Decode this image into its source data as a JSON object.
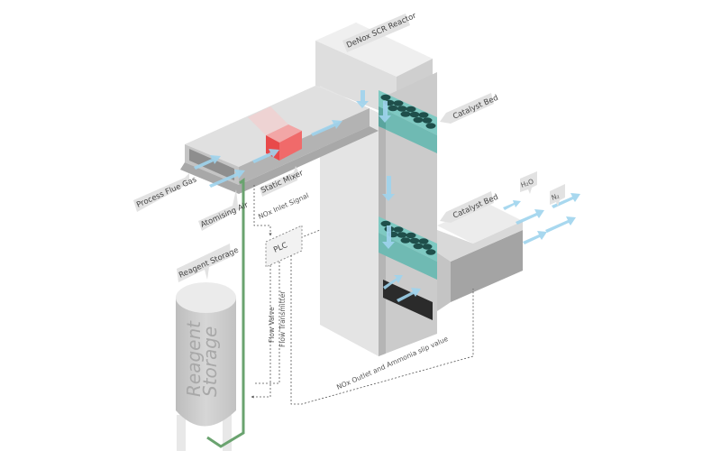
{
  "diagram": {
    "title": "SCR DeNOx System Isometric Diagram",
    "labels": {
      "reactor": "DeNox SCR Reactor",
      "catalyst_bed_top": "Catalyst Bed",
      "catalyst_bed_bottom": "Catalyst Bed",
      "h2o": "H₂O",
      "n2": "N₂",
      "process_flue_gas": "Process Flue Gas",
      "static_mixer": "Static Mixer",
      "atomising_air": "Atomising Air",
      "nox_inlet_signal": "NOx Inlet Signal",
      "plc": "PLC",
      "reagent_storage_tag": "Reagent Storage",
      "reagent_storage_tank_line1": "Reagent",
      "reagent_storage_tank_line2": "Storage",
      "flow_valve": "Flow Valve",
      "flow_transmitter": "Flow Transmitter",
      "nox_outlet": "NOx Outlet and Ammonia slip value"
    },
    "colors": {
      "duct_light": "#e6e6e6",
      "duct_mid": "#c8c8c8",
      "duct_dark": "#a9a9a9",
      "flow_arrow": "#9fd4ee",
      "mixer": "#e8494a",
      "catalyst": "#7ec9c2",
      "catalyst_hole": "#1f4f4b",
      "reagent_pipe": "#6aa36f",
      "signal_line": "#555555",
      "tag_bg": "#e2e2e2"
    }
  }
}
